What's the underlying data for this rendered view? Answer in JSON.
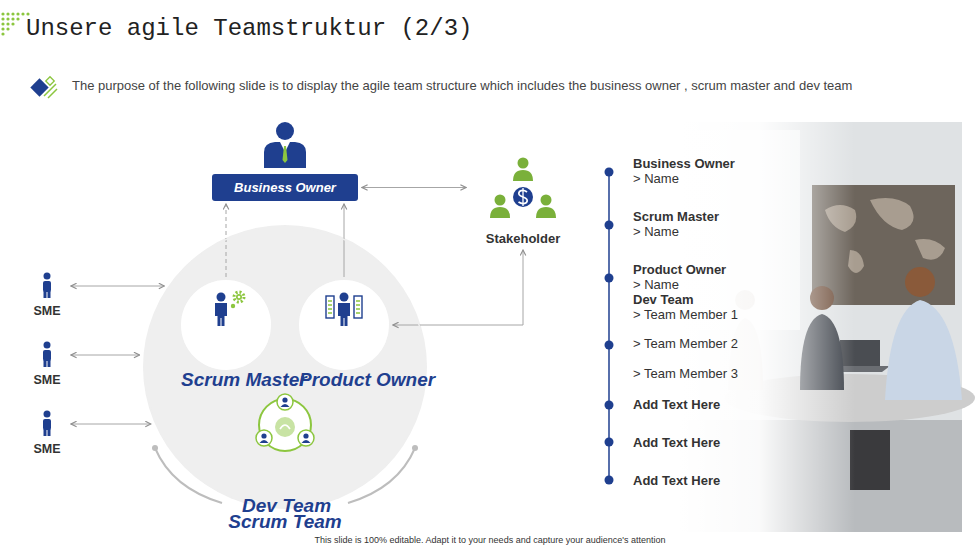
{
  "diagram": {
    "title": "Unsere agile Teamstruktur (2/3)",
    "nodes": [
      {
        "text": [
          "Business Owner"
        ]
      },
      {
        "text": [
          "Stakeholder"
        ]
      },
      {
        "text": [
          "SME"
        ]
      },
      {
        "text": [
          "SME"
        ]
      },
      {
        "text": [
          "SME"
        ]
      },
      {
        "text": [
          "Scrum Team"
        ]
      },
      {
        "text": [
          "Scrum Master"
        ],
        "in": 5
      },
      {
        "text": [
          "Product Owner"
        ],
        "in": 5
      },
      {
        "text": [
          "Dev Team"
        ],
        "in": 5
      }
    ],
    "edges": [
      {
        "from": 0,
        "to": 1,
        "arrow": "both"
      },
      {
        "from": 6,
        "to": 0,
        "arrow": "to"
      },
      {
        "from": 7,
        "to": 0,
        "arrow": "to"
      },
      {
        "from": 1,
        "to": 7,
        "arrow": "both"
      },
      {
        "from": 2,
        "to": 5,
        "arrow": "both"
      },
      {
        "from": 3,
        "to": 5,
        "arrow": "both"
      },
      {
        "from": 4,
        "to": 5,
        "arrow": "both"
      }
    ],
    "labels": [
      "The purpose of the following slide is to display the agile team structure which includes the business owner , scrum master and dev team",
      "Business Owner",
      "> Name",
      "Scrum Master",
      "> Name",
      "Product Owner",
      "> Name",
      "Dev Team",
      "> Team Member 1",
      "> Team Member 2",
      "> Team Member 3",
      "Add Text Here",
      "Add Text Here",
      "Add Text Here",
      "This slide is 100% editable. Adapt it to your needs and capture your audience's attention"
    ]
  }
}
